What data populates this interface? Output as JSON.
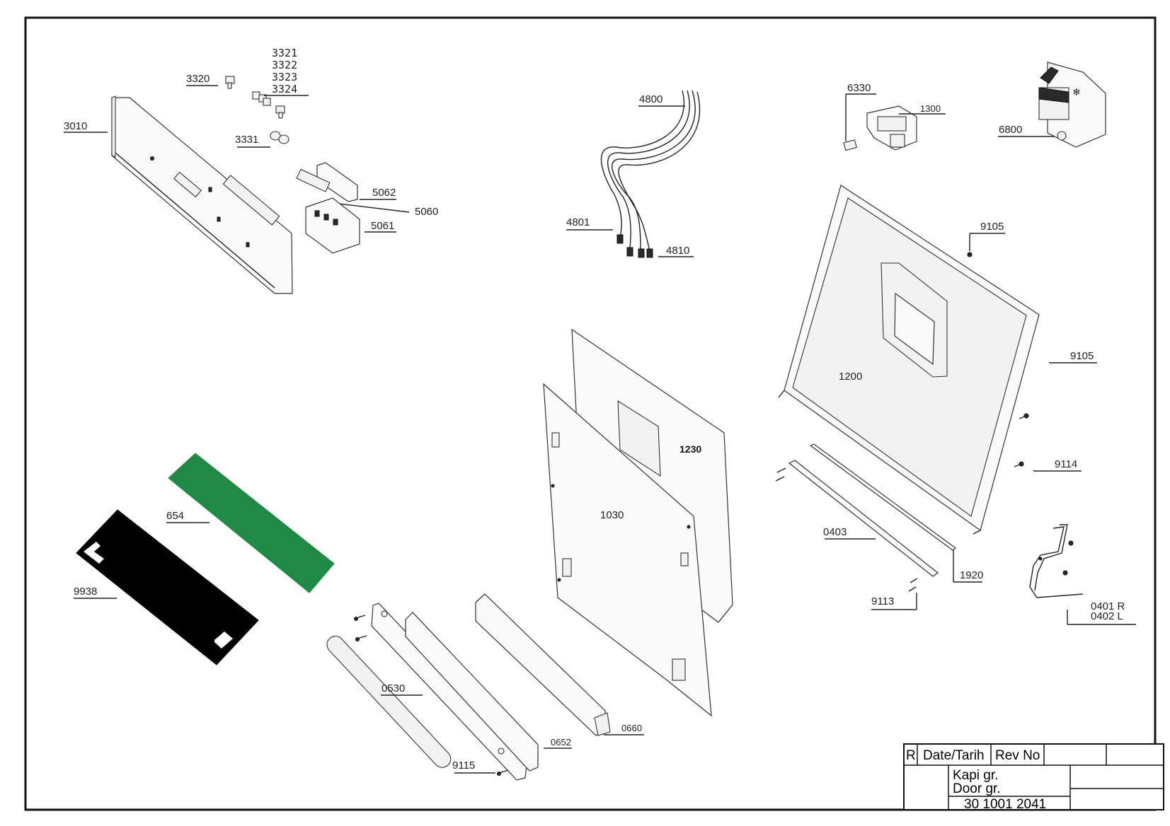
{
  "labels": {
    "l3010": "3010",
    "l3320": "3320",
    "l3321": "3321",
    "l3322": "3322",
    "l3323": "3323",
    "l3324": "3324",
    "l3331": "3331",
    "l5062": "5062",
    "l5060": "5060",
    "l5061": "5061",
    "l4800": "4800",
    "l4801": "4801",
    "l4810": "4810",
    "l6330": "6330",
    "l1300": "1300",
    "l6800": "6800",
    "l9105a": "9105",
    "l9105b": "9105",
    "l1200": "1200",
    "l9114": "9114",
    "l1230": "1230",
    "l1030": "1030",
    "l0403": "0403",
    "l1920": "1920",
    "l9113": "9113",
    "l0401": "0401 R",
    "l0402": "0402 L",
    "l654": "654",
    "l9938": "9938",
    "l0530": "0530",
    "l9115": "9115",
    "l0652": "0652",
    "l0660": "0660"
  },
  "title_block": {
    "r": "R",
    "date": "Date/Tarih",
    "rev": "Rev No",
    "name_tr": "Kapi gr.",
    "name_en": "Door gr.",
    "number": "30 1001 2041"
  },
  "colors": {
    "green_panel": "#1f8a45",
    "black_panel": "#000000",
    "frame": "#111111"
  }
}
